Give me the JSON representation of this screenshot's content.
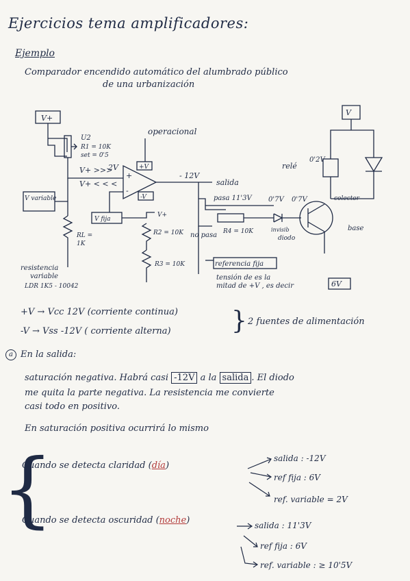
{
  "header": {
    "title": "Ejercicios tema amplificadores:",
    "subtitle": "Ejemplo",
    "desc_line1": "Comparador encendido automático del alumbrado público",
    "desc_line2": "de una urbanización"
  },
  "circuit": {
    "vplus_top_left": "V+",
    "vplus_top_right": "V",
    "u2": "U2",
    "r1": "R1 = 10K",
    "set": "set = 0'5",
    "operacional": "operacional",
    "v_more": "V+ >>>",
    "two_v": "2V",
    "v_less": "V+ < < <",
    "opamp_plus": "+",
    "opamp_minus": "-",
    "opamp_vplus": "+V",
    "opamp_vminus": "-V",
    "out_voltage": "- 12V",
    "salida": "salida",
    "pasa": "pasa 11'3V",
    "no_pasa": "no pasa",
    "r4": "R4 = 10K",
    "v_variable": "V variable",
    "v_fija": "V fija",
    "vplus_mid": "V+",
    "r2": "R2 = 10K",
    "r3": "R3 = 10K",
    "rl": "RL =",
    "rl_val": "1K",
    "referencia": "referencia fija",
    "tension": "tensión de es la",
    "mitad": "mitad de +V , es decir",
    "six_v": "6V",
    "resistencia": "resistencia",
    "variable": "variable",
    "ldr": "LDR 1K5 - 10042",
    "v02": "0'2V",
    "rele": "relé",
    "v07a": "0'7V",
    "v07b": "0'7V",
    "colector": "colector",
    "diodo_label": "diodo",
    "invisible": "invisib",
    "base": "base"
  },
  "supplies": {
    "line1": "+V → Vcc 12V (corriente continua)",
    "line2": "-V → Vss -12V ( corriente alterna)",
    "note": "2 fuentes de alimentación"
  },
  "output_section": {
    "marker": "a",
    "heading": "En la salida:",
    "p1_pre": "saturación negativa. Habrá casi",
    "p1_box1": "-12V",
    "p1_mid": "a la",
    "p1_box2": "salida",
    "p1_post": ". El diodo",
    "p2": "me quita la parte negativa. La resistencia me convierte",
    "p3": "casi todo en positivo.",
    "p4": "En saturación positiva ocurrirá lo mismo"
  },
  "cases": {
    "day_pre": "Cuando se detecta claridad (",
    "day_word": "día",
    "day_post": ")",
    "day_results": [
      "salida : -12V",
      "ref fija : 6V",
      "ref. variable = 2V"
    ],
    "night_pre": "Cuando se detecta oscuridad (",
    "night_word": "noche",
    "night_post": ")",
    "night_results": [
      "salida : 11'3V",
      "ref fija : 6V",
      "ref. variable : ≥ 10'5V"
    ]
  }
}
